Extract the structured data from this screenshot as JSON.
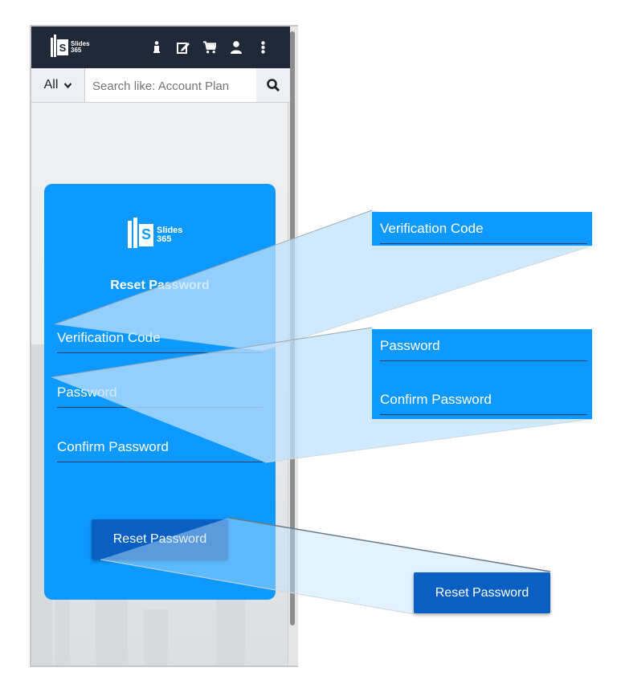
{
  "header": {
    "logo_line1": "Slides",
    "logo_line2": "365",
    "icons": [
      "info-icon",
      "edit-icon",
      "cart-icon",
      "user-icon",
      "more-vertical-icon"
    ]
  },
  "search": {
    "category": "All",
    "placeholder": "Search like: Account Plan"
  },
  "card": {
    "logo_line1": "Slides",
    "logo_line2": "365",
    "title": "Reset Password",
    "verification_label": "Verification Code",
    "password_label": "Password",
    "confirm_label": "Confirm Password",
    "button_label": "Reset Password"
  },
  "callouts": {
    "verification_label": "Verification Code",
    "password_label": "Password",
    "confirm_label": "Confirm Password",
    "button_label": "Reset Password"
  },
  "colors": {
    "header_bg": "#1f2937",
    "card_bg": "#0d99ff",
    "button_bg": "#0a5fc2"
  }
}
